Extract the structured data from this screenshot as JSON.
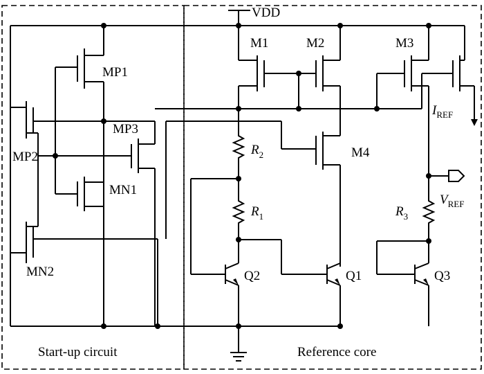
{
  "labels": {
    "vdd": "VDD",
    "m1": "M1",
    "m2": "M2",
    "m3": "M3",
    "m4": "M4",
    "mp1": "MP1",
    "mp2": "MP2",
    "mp3": "MP3",
    "mn1": "MN1",
    "mn2": "MN2",
    "r1": "R",
    "r1_sub": "1",
    "r2": "R",
    "r2_sub": "2",
    "r3": "R",
    "r3_sub": "3",
    "iref": "I",
    "iref_sub": "REF",
    "vref": "V",
    "vref_sub": "REF",
    "q1": "Q1",
    "q2": "Q2",
    "q3": "Q3",
    "startup": "Start-up circuit",
    "core": "Reference core"
  }
}
